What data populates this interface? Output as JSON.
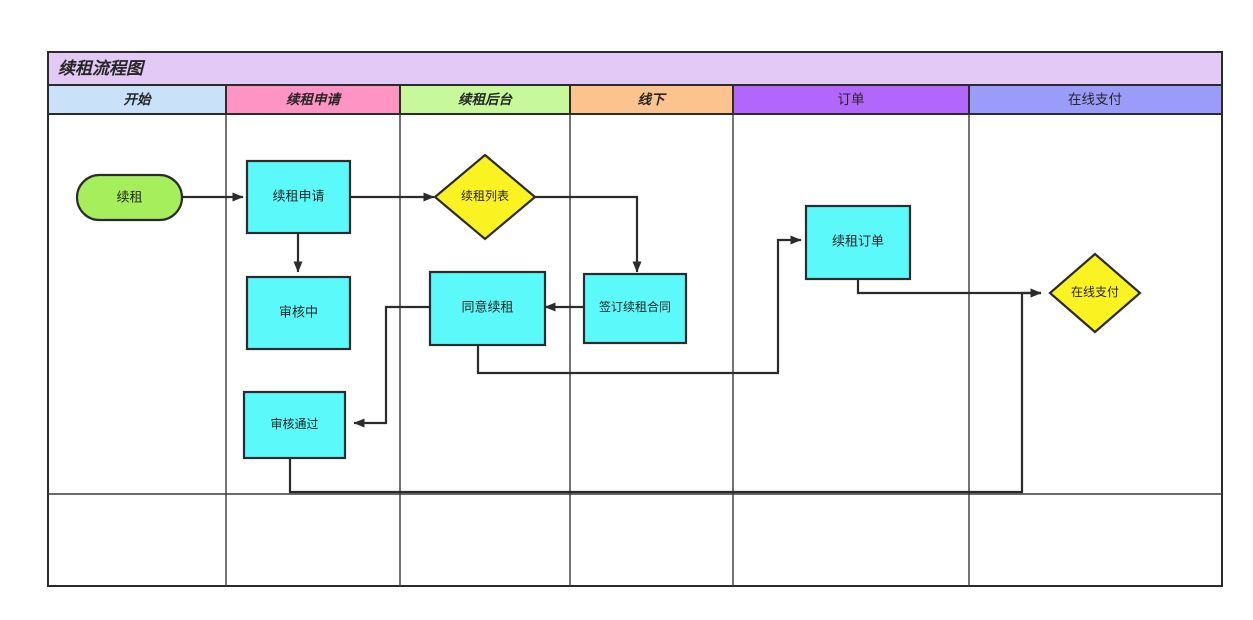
{
  "diagram": {
    "title": "续租流程图",
    "title_band_color": "#e3c9f5",
    "frame_color": "#2b2b2b",
    "background": "#ffffff",
    "lanes": [
      {
        "id": "lane-start",
        "label": "开始",
        "color": "#c9e2fa",
        "emphasis": true
      },
      {
        "id": "lane-apply",
        "label": "续租申请",
        "color": "#fd94c4",
        "emphasis": true
      },
      {
        "id": "lane-backend",
        "label": "续租后台",
        "color": "#c7f99a",
        "emphasis": true
      },
      {
        "id": "lane-offline",
        "label": "线下",
        "color": "#fcc38e",
        "emphasis": true
      },
      {
        "id": "lane-order",
        "label": "订单",
        "color": "#b366fb",
        "emphasis": false
      },
      {
        "id": "lane-payment",
        "label": "在线支付",
        "color": "#9b9bfb",
        "emphasis": false
      }
    ],
    "nodes": [
      {
        "id": "node-start",
        "label": "续租",
        "shape": "stadium",
        "color": "#a6ef5c",
        "lane": "lane-start"
      },
      {
        "id": "node-renew-apply",
        "label": "续租申请",
        "shape": "rect",
        "color": "#5cf9fa",
        "lane": "lane-apply"
      },
      {
        "id": "node-reviewing",
        "label": "审核中",
        "shape": "rect",
        "color": "#5cf9fa",
        "lane": "lane-apply"
      },
      {
        "id": "node-review-passed",
        "label": "审核通过",
        "shape": "rect",
        "color": "#5cf9fa",
        "lane": "lane-apply"
      },
      {
        "id": "node-renew-list",
        "label": "续租列表",
        "shape": "diamond",
        "color": "#fbf222",
        "lane": "lane-backend"
      },
      {
        "id": "node-agree-renew",
        "label": "同意续租",
        "shape": "rect",
        "color": "#5cf9fa",
        "lane": "lane-backend"
      },
      {
        "id": "node-sign-contract",
        "label": "签订续租合同",
        "shape": "rect",
        "color": "#5cf9fa",
        "lane": "lane-offline"
      },
      {
        "id": "node-renew-order",
        "label": "续租订单",
        "shape": "rect",
        "color": "#5cf9fa",
        "lane": "lane-order"
      },
      {
        "id": "node-online-payment",
        "label": "在线支付",
        "shape": "diamond",
        "color": "#fbf222",
        "lane": "lane-payment"
      }
    ],
    "edges": [
      {
        "id": "edge-start-to-apply",
        "from": "node-start",
        "to": "node-renew-apply"
      },
      {
        "id": "edge-apply-to-reviewing",
        "from": "node-renew-apply",
        "to": "node-reviewing"
      },
      {
        "id": "edge-apply-to-list",
        "from": "node-renew-apply",
        "to": "node-renew-list"
      },
      {
        "id": "edge-list-to-contract",
        "from": "node-renew-list",
        "to": "node-sign-contract"
      },
      {
        "id": "edge-contract-to-agree",
        "from": "node-sign-contract",
        "to": "node-agree-renew"
      },
      {
        "id": "edge-agree-to-review-passed",
        "from": "node-agree-renew",
        "to": "node-review-passed"
      },
      {
        "id": "edge-agree-to-order",
        "from": "node-agree-renew",
        "to": "node-renew-order"
      },
      {
        "id": "edge-order-to-payment",
        "from": "node-renew-order",
        "to": "node-online-payment"
      },
      {
        "id": "edge-review-passed-to-payment",
        "from": "node-review-passed",
        "to": "node-online-payment"
      }
    ]
  }
}
